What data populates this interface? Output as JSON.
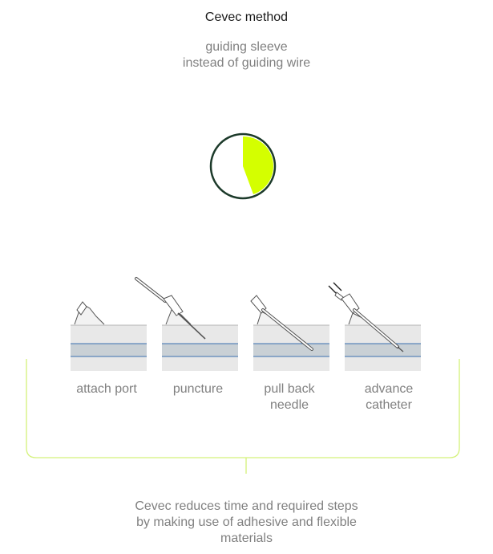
{
  "header": {
    "title": "Cevec method",
    "subtitle_line1": "guiding sleeve",
    "subtitle_line2": "instead of guiding wire"
  },
  "timer": {
    "fill_color": "#d4ff00",
    "ring_color": "#1c3a2a"
  },
  "steps": [
    {
      "line1": "attach port",
      "line2": ""
    },
    {
      "line1": "puncture",
      "line2": ""
    },
    {
      "line1": "pull back",
      "line2": "needle"
    },
    {
      "line1": "advance",
      "line2": "catheter"
    }
  ],
  "bracket_color": "#d4f27a",
  "summary": {
    "line1": "Cevec reduces time and required steps",
    "line2": "by making use of adhesive and flexible",
    "line3": "materials"
  }
}
